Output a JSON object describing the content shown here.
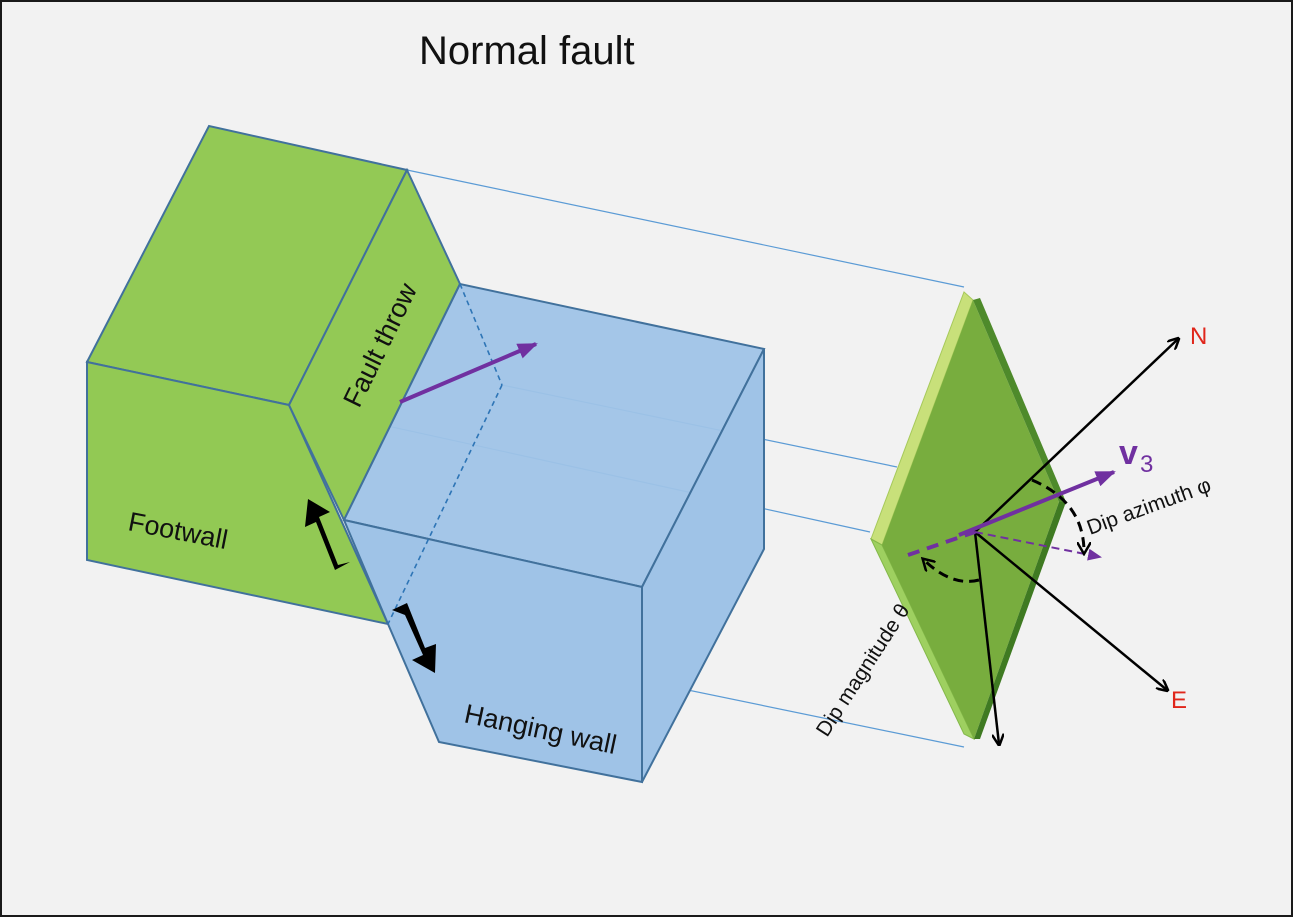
{
  "diagram": {
    "title": "Normal fault",
    "labels": {
      "fault_plane": "Fault throw",
      "footwall": "Footwall",
      "hanging_wall": "Hanging wall",
      "north": "N",
      "east": "E",
      "vector_main": "v",
      "vector_sub": "3",
      "dip_azimuth": "Dip azimuth φ",
      "dip_magnitude": "Dip magnitude θ"
    },
    "colors": {
      "footwall": "#92c954",
      "footwall_top": "#93c955",
      "hanging_wall": "#9fc3e7",
      "fault_plane_face": "#78ad3e",
      "fault_plane_edge": "#c8e07a",
      "vector": "#7030a0",
      "compass_label": "#e0261b",
      "outline": "#41719c"
    }
  }
}
